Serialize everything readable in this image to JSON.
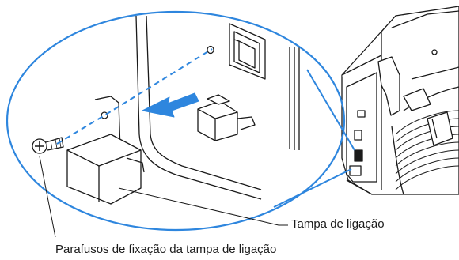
{
  "labels": {
    "connection_cover": "Tampa de ligação",
    "cover_screws": "Parafusos de fixação da tampa de ligação"
  },
  "colors": {
    "zoom_circle": "#2e86de",
    "arrow": "#2e86de",
    "line_art": "#1a1a1a",
    "paper": "#ffffff"
  },
  "icons": {
    "arrow": "remove-arrow",
    "screw": "screw-icon",
    "cover": "connection-cover",
    "machine": "cutting-plotter"
  }
}
